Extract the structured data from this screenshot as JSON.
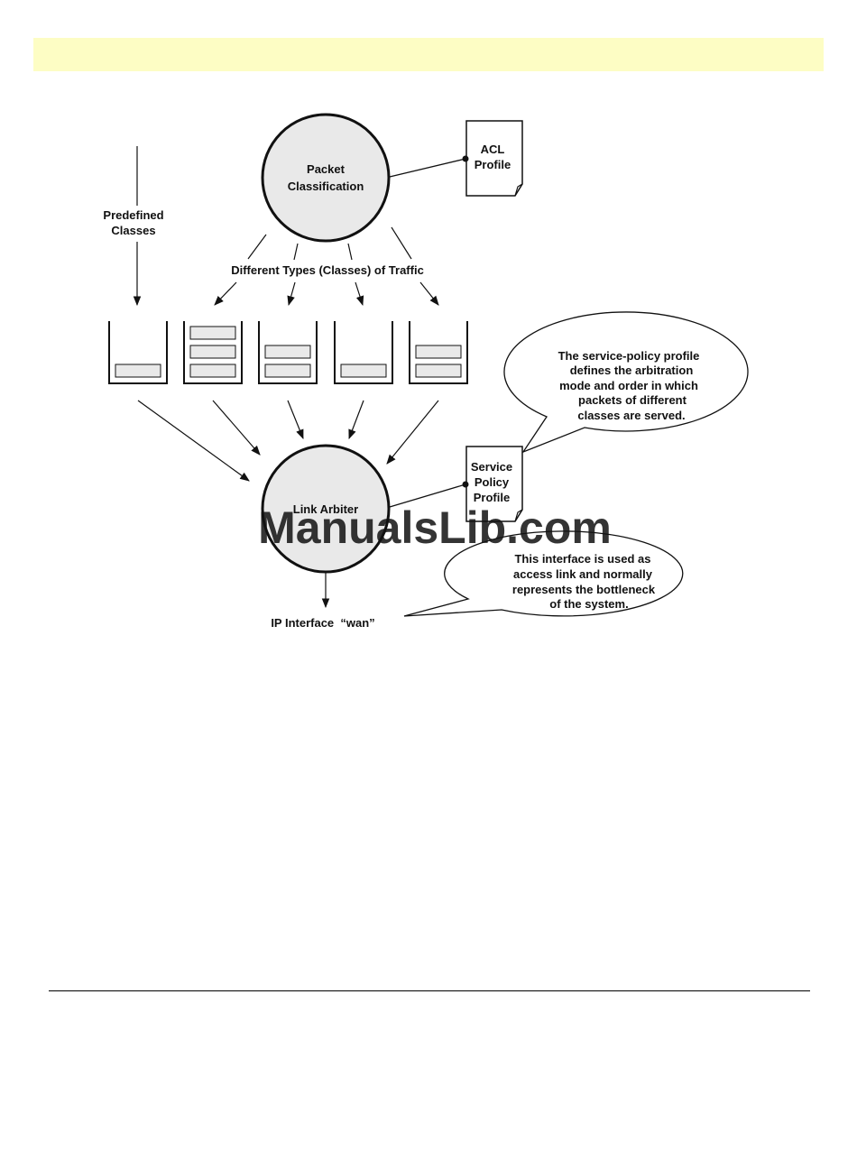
{
  "colors": {
    "header_band": "#fdfdc4",
    "node_fill": "#e9e9e9",
    "watermark": "#cbd9ef"
  },
  "diagram": {
    "packet_classification": {
      "line1": "Packet",
      "line2": "Classification"
    },
    "acl_profile": {
      "line1": "ACL",
      "line2": "Profile"
    },
    "predefined_classes": {
      "line1": "Predefined",
      "line2": "Classes"
    },
    "traffic_label": "Different Types (Classes) of Traffic",
    "link_arbiter": "Link Arbiter",
    "service_policy_profile": {
      "line1": "Service",
      "line2": "Policy",
      "line3": "Profile"
    },
    "service_policy_callout": [
      "The service-policy profile",
      "defines the arbitration",
      "mode and order in which",
      "packets of different",
      "classes are served."
    ],
    "interface_callout": [
      "This interface is used as",
      "access link and normally",
      "represents the bottleneck",
      "of the system."
    ],
    "ip_interface": "IP Interface  “wan”",
    "queues": [
      {
        "packets": 1
      },
      {
        "packets": 3
      },
      {
        "packets": 2
      },
      {
        "packets": 1
      },
      {
        "packets": 2
      }
    ]
  },
  "watermark": "ManualsLib.com"
}
